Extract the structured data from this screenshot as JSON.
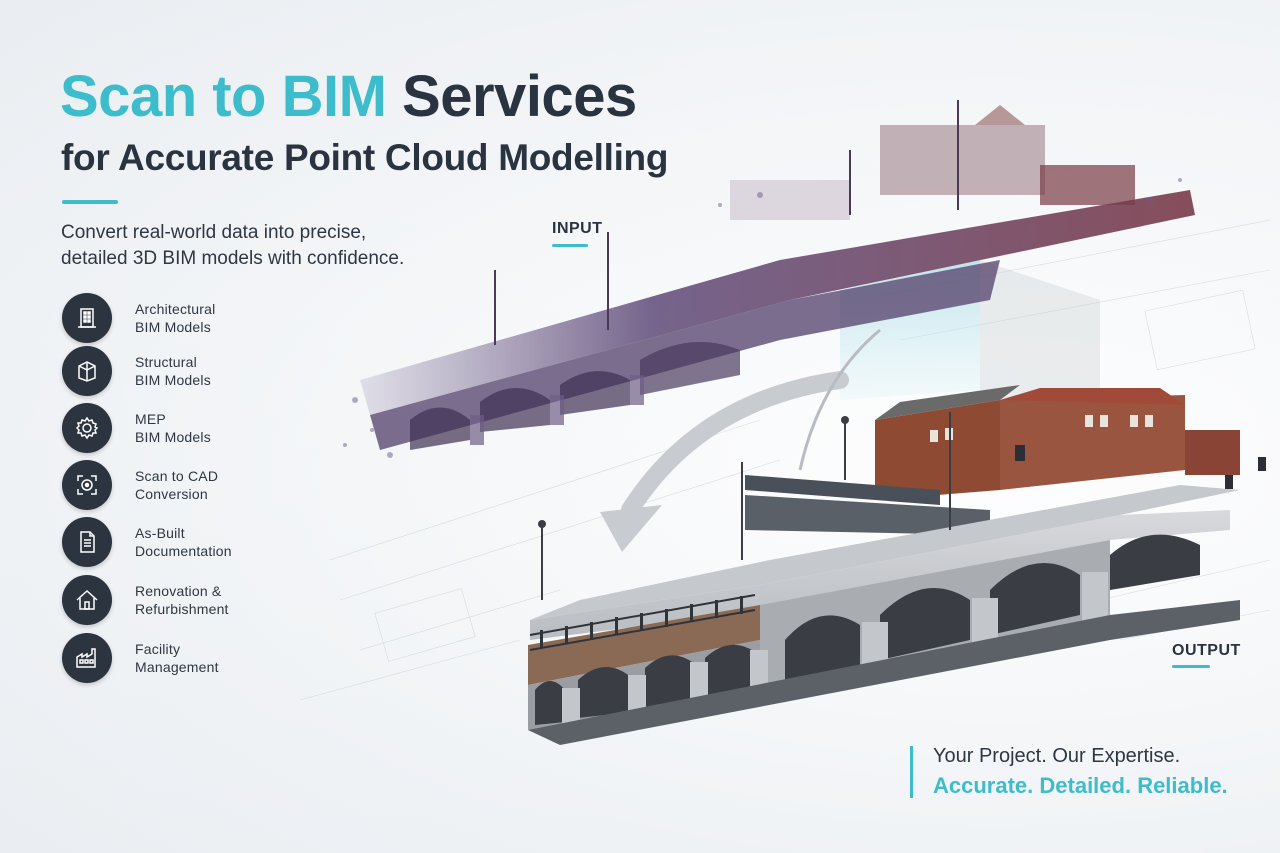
{
  "headline": {
    "accent": "Scan to BIM",
    "rest": "Services",
    "line2": "for Accurate Point Cloud Modelling"
  },
  "subtitle": {
    "line1": "Convert real-world data into precise,",
    "line2": "detailed 3D BIM models with confidence."
  },
  "services": [
    {
      "line1": "Architectural",
      "line2": "BIM Models",
      "icon": "building-icon"
    },
    {
      "line1": "Structural",
      "line2": "BIM Models",
      "icon": "structure-frame-icon"
    },
    {
      "line1": "MEP",
      "line2": "BIM Models",
      "icon": "gear-icon"
    },
    {
      "line1": "Scan to CAD",
      "line2": "Conversion",
      "icon": "scan-target-icon"
    },
    {
      "line1": "As-Built",
      "line2": "Documentation",
      "icon": "document-icon"
    },
    {
      "line1": "Renovation &",
      "line2": "Refurbishment",
      "icon": "house-icon"
    },
    {
      "line1": "Facility",
      "line2": "Management",
      "icon": "factory-icon"
    }
  ],
  "labels": {
    "input": "INPUT",
    "output": "OUTPUT"
  },
  "tagline": {
    "line1": "Your Project. Our Expertise.",
    "line2": "Accurate. Detailed. Reliable."
  },
  "colors": {
    "accent": "#3dbdcc",
    "dark": "#2a3340",
    "icon_circle": "#2c3440"
  }
}
